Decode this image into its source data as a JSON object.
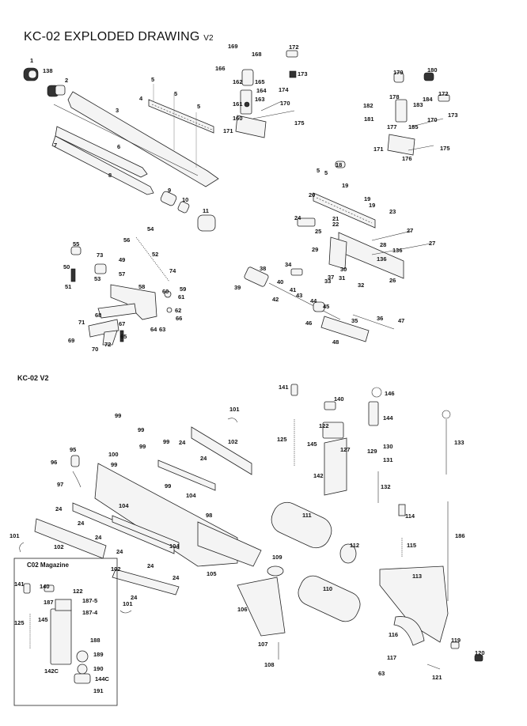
{
  "header": {
    "title": "KC-02 EXPLODED DRAWING",
    "title_suffix": "V2"
  },
  "section2": {
    "label": "KC-02 V2"
  },
  "inset": {
    "label": "C02 Magazine"
  },
  "callouts_top": [
    "1",
    "138",
    "2",
    "3",
    "4",
    "5",
    "5",
    "5",
    "6",
    "7",
    "8",
    "9",
    "10",
    "11",
    "169",
    "168",
    "166",
    "162",
    "165",
    "164",
    "163",
    "161",
    "160",
    "171",
    "172",
    "173",
    "174",
    "170",
    "175",
    "179",
    "180",
    "172",
    "182",
    "178",
    "183",
    "184",
    "181",
    "173",
    "177",
    "185",
    "170",
    "171",
    "176",
    "175",
    "5",
    "5",
    "18",
    "19",
    "20",
    "19",
    "19",
    "23",
    "24",
    "25",
    "21",
    "22",
    "27",
    "29",
    "28",
    "136",
    "136",
    "27",
    "30",
    "26",
    "31",
    "32",
    "33",
    "34",
    "37",
    "38",
    "39",
    "40",
    "41",
    "42",
    "43",
    "44",
    "45",
    "46",
    "35",
    "36",
    "47",
    "48",
    "55",
    "54",
    "56",
    "52",
    "49",
    "73",
    "50",
    "53",
    "57",
    "74",
    "51",
    "58",
    "59",
    "60",
    "61",
    "62",
    "66",
    "68",
    "71",
    "67",
    "69",
    "70",
    "72",
    "65",
    "64",
    "63"
  ],
  "callouts_bottom": [
    "101",
    "99",
    "99",
    "99",
    "99",
    "100",
    "99",
    "24",
    "24",
    "102",
    "95",
    "96",
    "97",
    "24",
    "99",
    "104",
    "24",
    "104",
    "24",
    "98",
    "101",
    "102",
    "24",
    "24",
    "24",
    "104",
    "102",
    "24",
    "101",
    "105",
    "109",
    "106",
    "107",
    "108",
    "141",
    "125",
    "145",
    "142",
    "140",
    "122",
    "127",
    "144",
    "146",
    "129",
    "130",
    "131",
    "132",
    "133",
    "111",
    "112",
    "110",
    "114",
    "115",
    "113",
    "186",
    "116",
    "117",
    "119",
    "120",
    "63",
    "121"
  ],
  "callouts_inset": [
    "141",
    "140",
    "122",
    "187-5",
    "187-4",
    "187",
    "125",
    "145",
    "188",
    "189",
    "190",
    "144C",
    "142C",
    "191"
  ]
}
